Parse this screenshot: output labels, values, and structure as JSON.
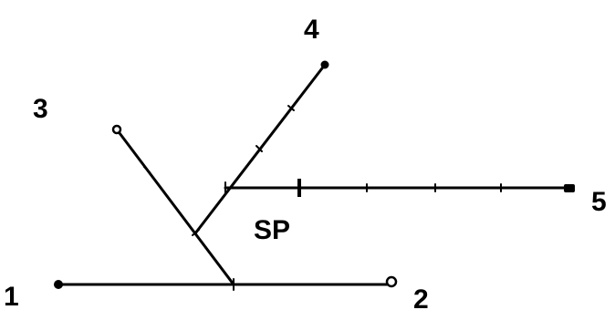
{
  "labels": {
    "node_1": "1",
    "node_2": "2",
    "node_3": "3",
    "node_4": "4",
    "node_5": "5",
    "sp": "SP"
  },
  "colors": {
    "line": "#000000",
    "background": "#ffffff"
  }
}
